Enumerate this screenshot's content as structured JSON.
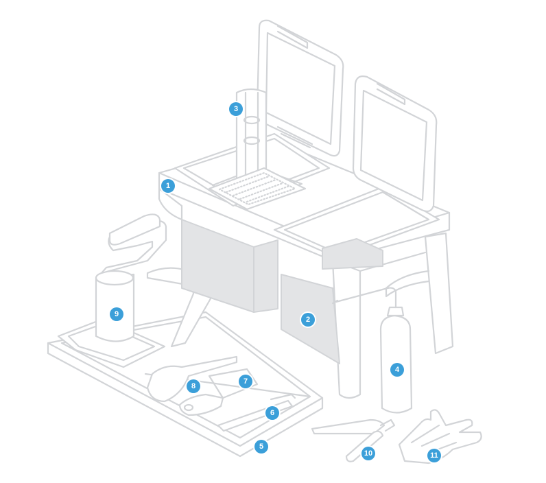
{
  "callout_color": "#3b9fd9",
  "line_color": "#d2d4d7",
  "shade_color": "#e3e4e6",
  "callouts": [
    "1",
    "2",
    "3",
    "4",
    "5",
    "6",
    "7",
    "8",
    "9",
    "10",
    "11"
  ]
}
